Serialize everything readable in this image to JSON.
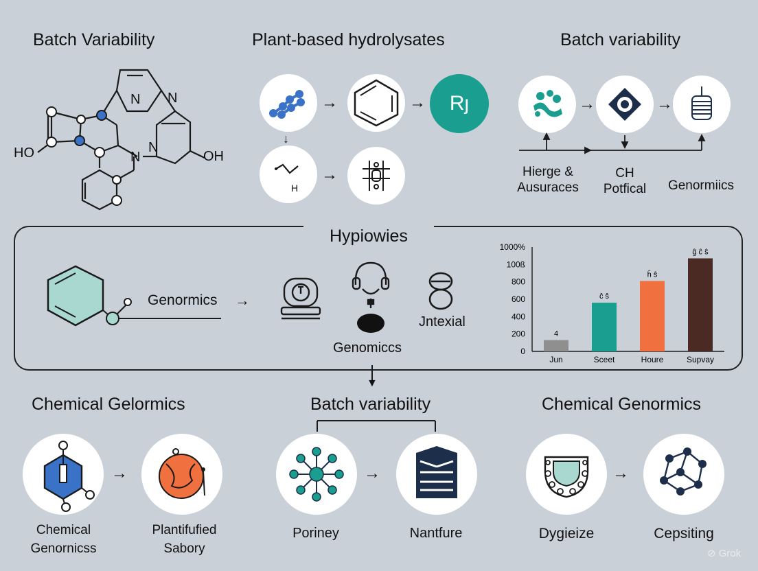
{
  "sections": {
    "top_left_title": "Batch Variability",
    "top_mid_title": "Plant-based hydrolysates",
    "top_right_title": "Batch variability",
    "middle_title": "Hypiowies",
    "bottom_left_title": "Chemical Gelormics",
    "bottom_mid_title": "Batch variability",
    "bottom_right_title": "Chemical Genormics"
  },
  "molecule": {
    "oh_left": "HO",
    "oh_right": "OH",
    "n_top": "N",
    "n_right": "N",
    "n_mid": "N"
  },
  "top_mid": {
    "r_badge": "Rȷ",
    "h_label": "H"
  },
  "top_right": {
    "label_left_1": "Hierge &",
    "label_left_2": "Ausuraces",
    "label_mid_1": "CH",
    "label_mid_2": "Potfical",
    "label_right": "Genormiics"
  },
  "middle": {
    "genormics": "Genormics",
    "genomiccs": "Genomiccs",
    "jntexial": "Jntexial",
    "arrow": "→"
  },
  "chart_data": {
    "type": "bar",
    "categories": [
      "Jun",
      "Sceet",
      "Houre",
      "Supvay"
    ],
    "values": [
      130,
      560,
      810,
      1070
    ],
    "colors": [
      "#8f8f8f",
      "#1a9e8f",
      "#f07040",
      "#4a2a22"
    ],
    "data_labels": [
      "4",
      "ĉ ŝ",
      "ĥ ŝ",
      "ĝ ĉ ŝ"
    ],
    "ytick_labels": [
      "0",
      "200",
      "400",
      "600",
      "800",
      "100ß",
      "1000%"
    ],
    "ylim": [
      0,
      1200
    ]
  },
  "bottom": {
    "left_label_1a": "Chemical",
    "left_label_1b": "Genornicss",
    "left_label_2a": "Plantifufied",
    "left_label_2b": "Sabory",
    "mid_label_1": "Poriney",
    "mid_label_2": "Nantfure",
    "right_label_1": "Dygieize",
    "right_label_2": "Cepsiting"
  },
  "watermark": "Grok",
  "colors": {
    "teal": "#1a9e8f",
    "blue": "#3a72c8",
    "orange": "#f07040",
    "navy": "#1c2e4a"
  }
}
